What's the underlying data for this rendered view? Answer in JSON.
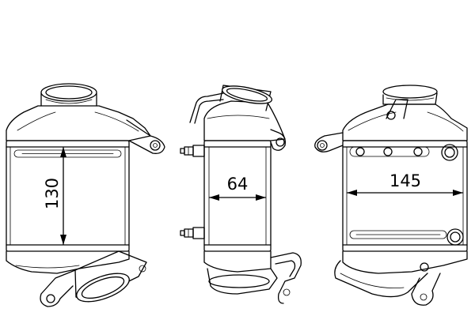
{
  "dimensions": {
    "height": "130",
    "depth": "64",
    "width": "145"
  }
}
